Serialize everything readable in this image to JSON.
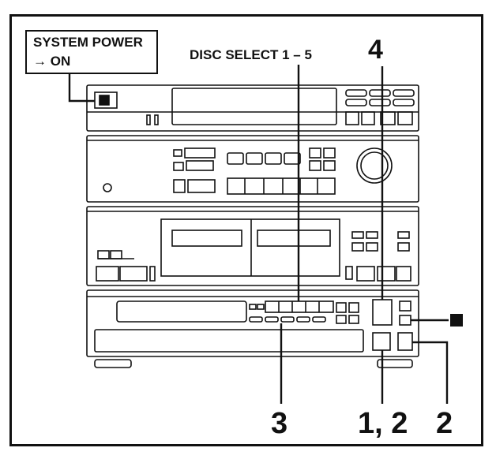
{
  "labels": {
    "system_power_line1": "SYSTEM POWER",
    "system_power_line2": "→ ON",
    "disc_select": "DISC SELECT 1 – 5",
    "step_4": "4",
    "step_3": "3",
    "step_1_2": "1, 2",
    "step_2": "2"
  },
  "icons": {
    "stop": "stop-square-icon"
  },
  "colors": {
    "ink": "#111111",
    "paper": "#ffffff"
  }
}
